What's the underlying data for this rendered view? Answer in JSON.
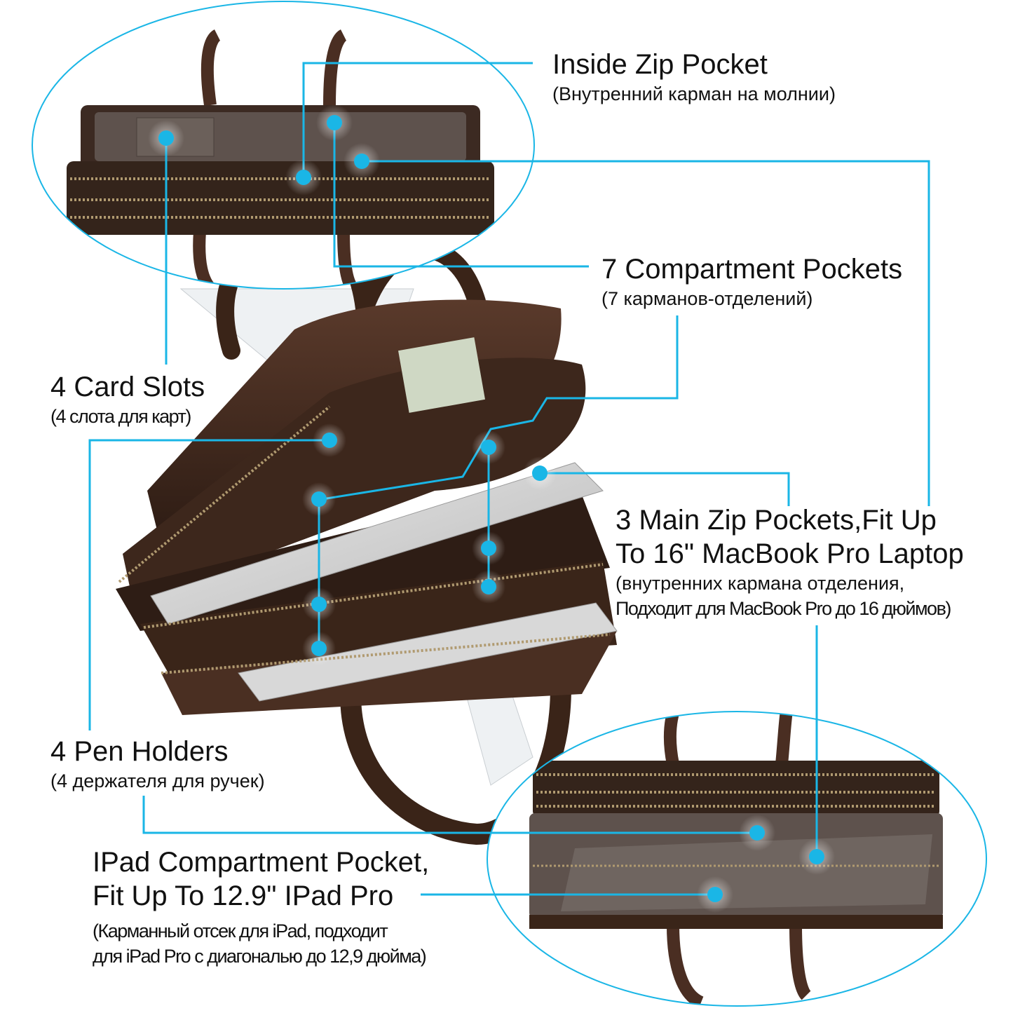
{
  "callouts": {
    "inside_zip": {
      "title": "Inside Zip Pocket",
      "subtitle": "(Внутренний карман на молнии)"
    },
    "compartments": {
      "title": "7 Compartment Pockets",
      "subtitle": "(7 карманов-отделений)"
    },
    "card_slots": {
      "title": "4 Card Slots",
      "subtitle": "(4 слота для карт)"
    },
    "main_zip": {
      "title_line1": "3 Main Zip Pockets,Fit Up",
      "title_line2": "To 16\" MacBook Pro Laptop",
      "subtitle_line1": "(внутренних кармана отделения,",
      "subtitle_line2": "Подходит для MacBook Pro до 16 дюймов)"
    },
    "pen_holders": {
      "title": "4 Pen Holders",
      "subtitle": "(4 держателя для ручек)"
    },
    "ipad": {
      "title_line1": "IPad Compartment Pocket,",
      "title_line2": "Fit Up To 12.9\" IPad Pro",
      "subtitle_line1": "(Карманный отсек для iPad, подходит",
      "subtitle_line2": "для iPad Pro с диагональю до 12,9 дюйма)"
    }
  },
  "colors": {
    "accent": "#1ab6e6",
    "leather": "#4a2e22",
    "leather_dark": "#2e1c14",
    "lining": "#5e524d",
    "zipper": "#b09a70"
  },
  "icons": [
    "marker-dot-icon"
  ]
}
